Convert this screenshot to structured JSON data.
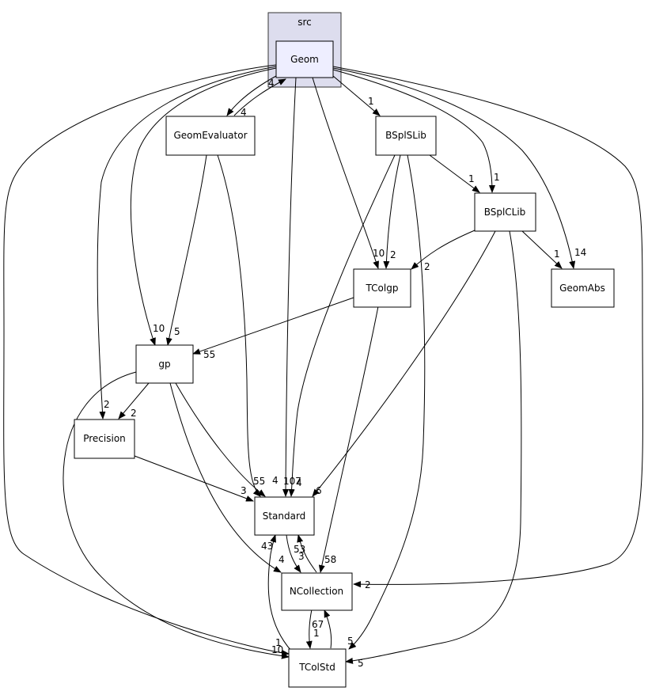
{
  "cluster": {
    "label": "src"
  },
  "nodes": {
    "geom": "Geom",
    "geomevaluator": "GeomEvaluator",
    "bsplslib": "BSplSLib",
    "bsplclib": "BSplCLib",
    "tcolgp": "TColgp",
    "geomabs": "GeomAbs",
    "gp": "gp",
    "precision": "Precision",
    "standard": "Standard",
    "ncollection": "NCollection",
    "tcolstd": "TColStd"
  },
  "edge_labels": {
    "geom_geomevaluator": "4",
    "geomevaluator_geom": "4",
    "geom_bsplslib": "1",
    "geom_bsplclib": "1",
    "geom_geomabs": "14",
    "geom_tcolgp": "10",
    "geom_gp": "10",
    "geom_precision": "2",
    "geom_standard": "107",
    "geom_ncollection": "2",
    "geom_tcolstd": "10",
    "geomevaluator_gp": "5",
    "geomevaluator_standard": "4",
    "bsplslib_bsplclib": "1",
    "bsplslib_tcolgp": "2",
    "bsplslib_standard": "4",
    "bsplslib_tcolstd": "5",
    "bsplclib_tcolgp": "2",
    "bsplclib_geomabs": "1",
    "bsplclib_standard": "6",
    "bsplclib_tcolstd": "5",
    "tcolgp_gp": "55",
    "tcolgp_ncollection": "58",
    "gp_precision": "2",
    "gp_standard": "55",
    "gp_ncollection": "4",
    "gp_tcolstd": "1",
    "precision_standard": "3",
    "standard_ncollection": "3",
    "ncollection_standard": "53",
    "ncollection_tcolstd": "67",
    "tcolstd_ncollection": "1",
    "tcolstd_standard": "43"
  }
}
